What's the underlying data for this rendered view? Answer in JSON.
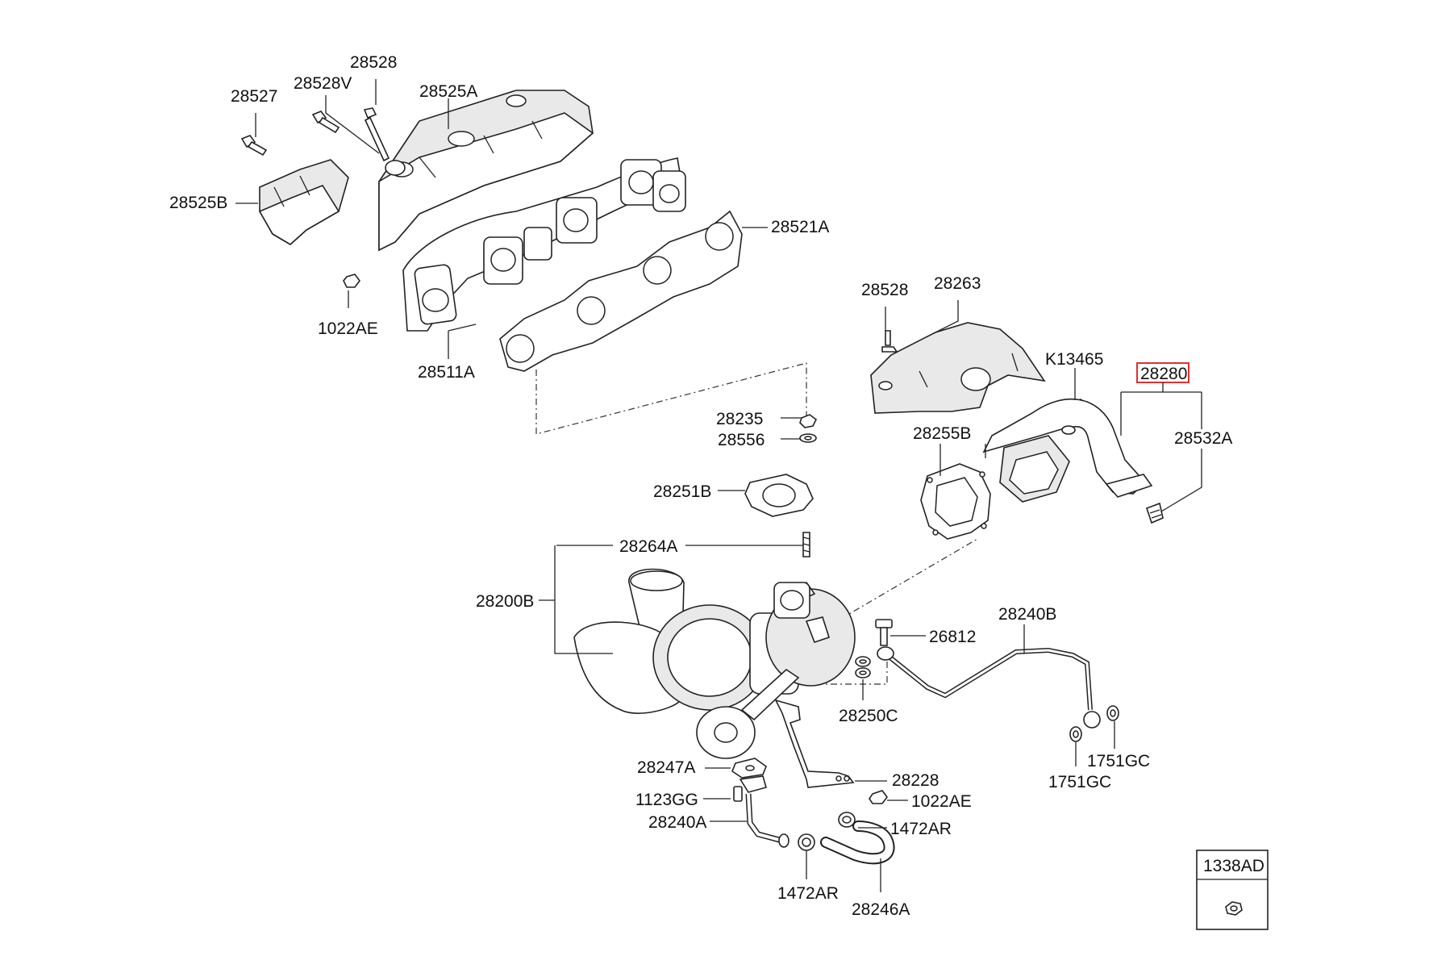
{
  "labels": {
    "p28527": "28527",
    "p28528V": "28528V",
    "p28528_top": "28528",
    "p28525A": "28525A",
    "p28525B": "28525B",
    "p28521A": "28521A",
    "p1022AE_top": "1022AE",
    "p28511A": "28511A",
    "p28528_mid": "28528",
    "p28263": "28263",
    "pK13465": "K13465",
    "p28280": "28280",
    "p28532A": "28532A",
    "p28255B": "28255B",
    "p28235": "28235",
    "p28556": "28556",
    "p28251B": "28251B",
    "p28264A": "28264A",
    "p28200B": "28200B",
    "p26812": "26812",
    "p28240B": "28240B",
    "p28250C": "28250C",
    "p1751GC_a": "1751GC",
    "p1751GC_b": "1751GC",
    "p28247A": "28247A",
    "p28228": "28228",
    "p1123GG": "1123GG",
    "p1022AE_bot": "1022AE",
    "p28240A": "28240A",
    "p1472AR_a": "1472AR",
    "p1472AR_b": "1472AR",
    "p28246A": "28246A",
    "p1338AD": "1338AD"
  },
  "highlight_color": "#e03030"
}
